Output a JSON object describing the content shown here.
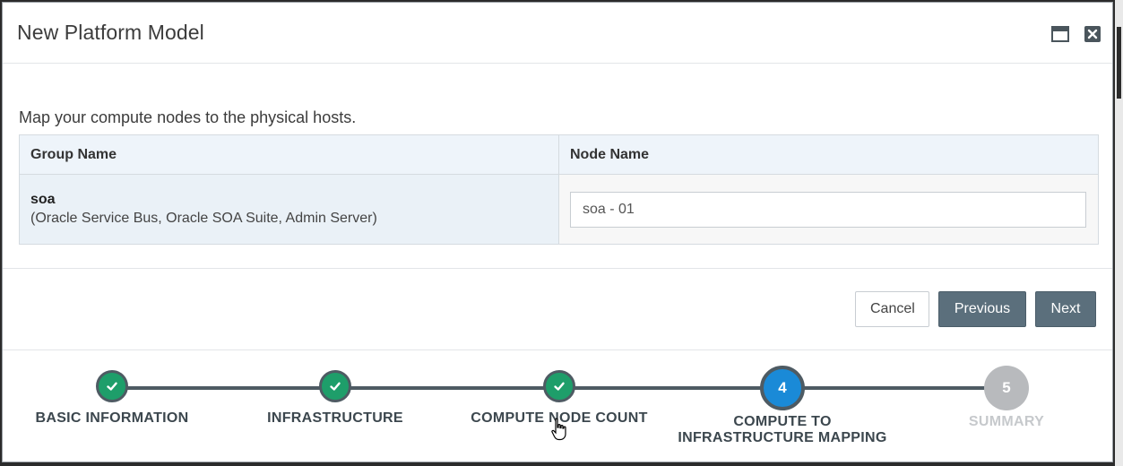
{
  "dialog": {
    "title": "New Platform Model",
    "maximize_icon": "maximize-icon",
    "close_icon": "close-icon"
  },
  "content": {
    "instructions": "Map your compute nodes to the physical hosts.",
    "columns": [
      "Group Name",
      "Node Name"
    ],
    "rows": [
      {
        "group_name": "soa",
        "group_desc": "(Oracle Service Bus, Oracle SOA Suite, Admin Server)",
        "node_name": "soa - 01"
      }
    ]
  },
  "actions": {
    "cancel": "Cancel",
    "previous": "Previous",
    "next": "Next"
  },
  "train": {
    "steps": [
      {
        "label": "BASIC INFORMATION",
        "state": "complete",
        "icon": "check-icon"
      },
      {
        "label": "INFRASTRUCTURE",
        "state": "complete",
        "icon": "check-icon"
      },
      {
        "label": "COMPUTE NODE COUNT",
        "state": "complete",
        "icon": "check-icon"
      },
      {
        "label": "COMPUTE TO INFRASTRUCTURE MAPPING",
        "state": "current",
        "number": "4"
      },
      {
        "label": "SUMMARY",
        "state": "future",
        "number": "5"
      }
    ]
  },
  "colors": {
    "accent_blue": "#1a8ad7",
    "complete_green": "#1e9e6a",
    "button_dark": "#5b6f7c",
    "future_gray": "#b8babd"
  }
}
